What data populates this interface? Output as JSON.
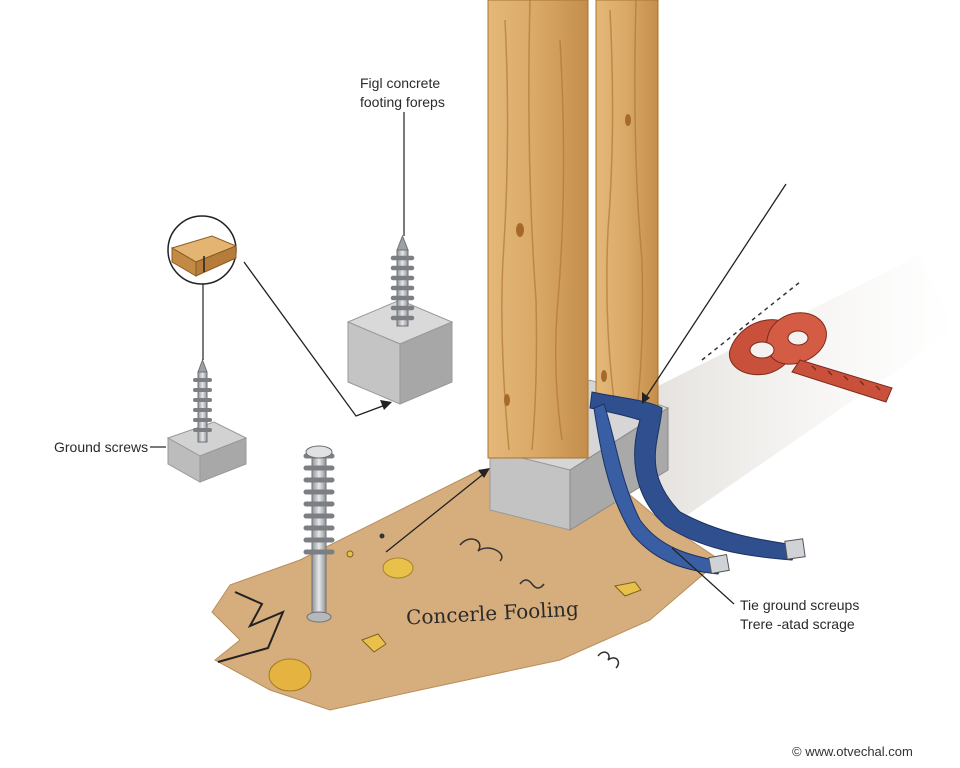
{
  "labels": {
    "fig_concrete": {
      "line1": "Figl concrete",
      "line2": "footing foreps"
    },
    "ground_screws": "Ground screws",
    "tie_ground": {
      "line1": "Tie ground screups",
      "line2": "Trere -atad scrage"
    },
    "concrete_footing": "Concerle Fooling"
  },
  "watermark": "© www.otvechal.com",
  "colors": {
    "wood": "#d9a866",
    "wood_dark": "#b97f3c",
    "concrete": "#c9c9c9",
    "concrete_dark": "#9e9e9e",
    "soil": "#d6ad7c",
    "strap_blue": "#2f4f8f",
    "strap_red": "#c9503a",
    "screw": "#b9bcc0"
  }
}
